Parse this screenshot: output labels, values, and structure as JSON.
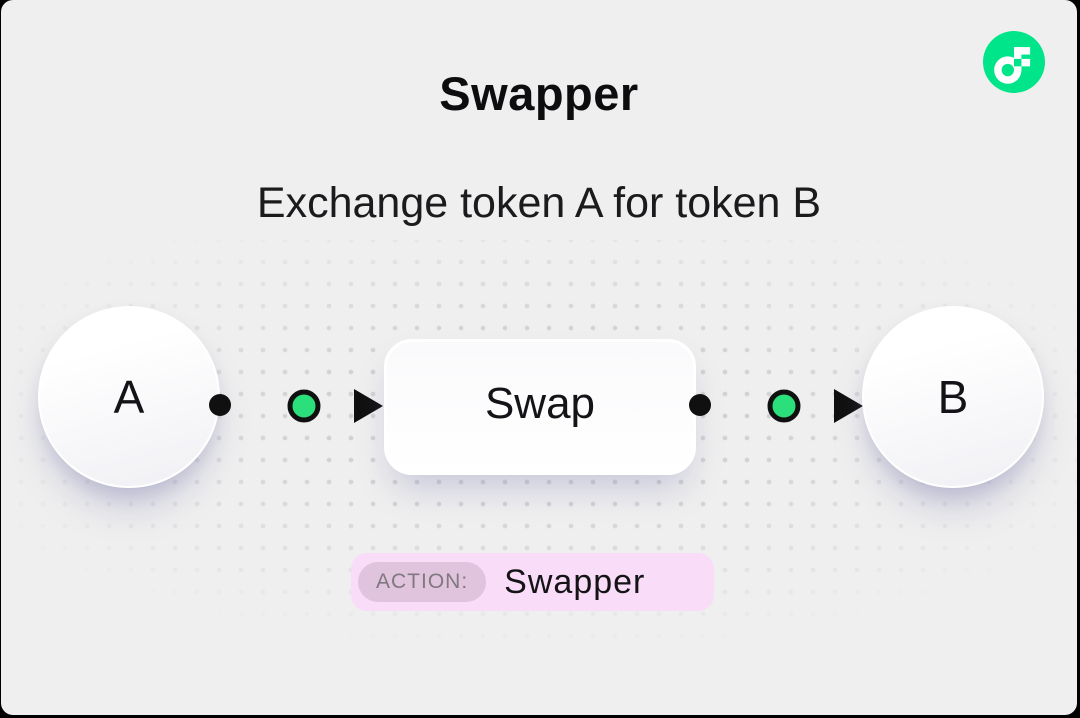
{
  "header": {
    "title": "Swapper",
    "subtitle": "Exchange token A for token B"
  },
  "diagram": {
    "source_label": "A",
    "action_label": "Swap",
    "target_label": "B"
  },
  "badge": {
    "label": "ACTION:",
    "value": "Swapper"
  },
  "icons": {
    "logo": "flow-logo"
  },
  "colors": {
    "canvas_background": "#efefef",
    "border": "#000000",
    "flow_logo_green": "#00e58a",
    "connector_green": "#2be07b",
    "connector_black": "#111111",
    "badge_background": "#f9dcf7",
    "badge_pill_background": "#e0c3dc",
    "badge_label_text": "#82787f",
    "text_primary": "#0d0d0f",
    "dot_grid": "#d2d2d5"
  }
}
